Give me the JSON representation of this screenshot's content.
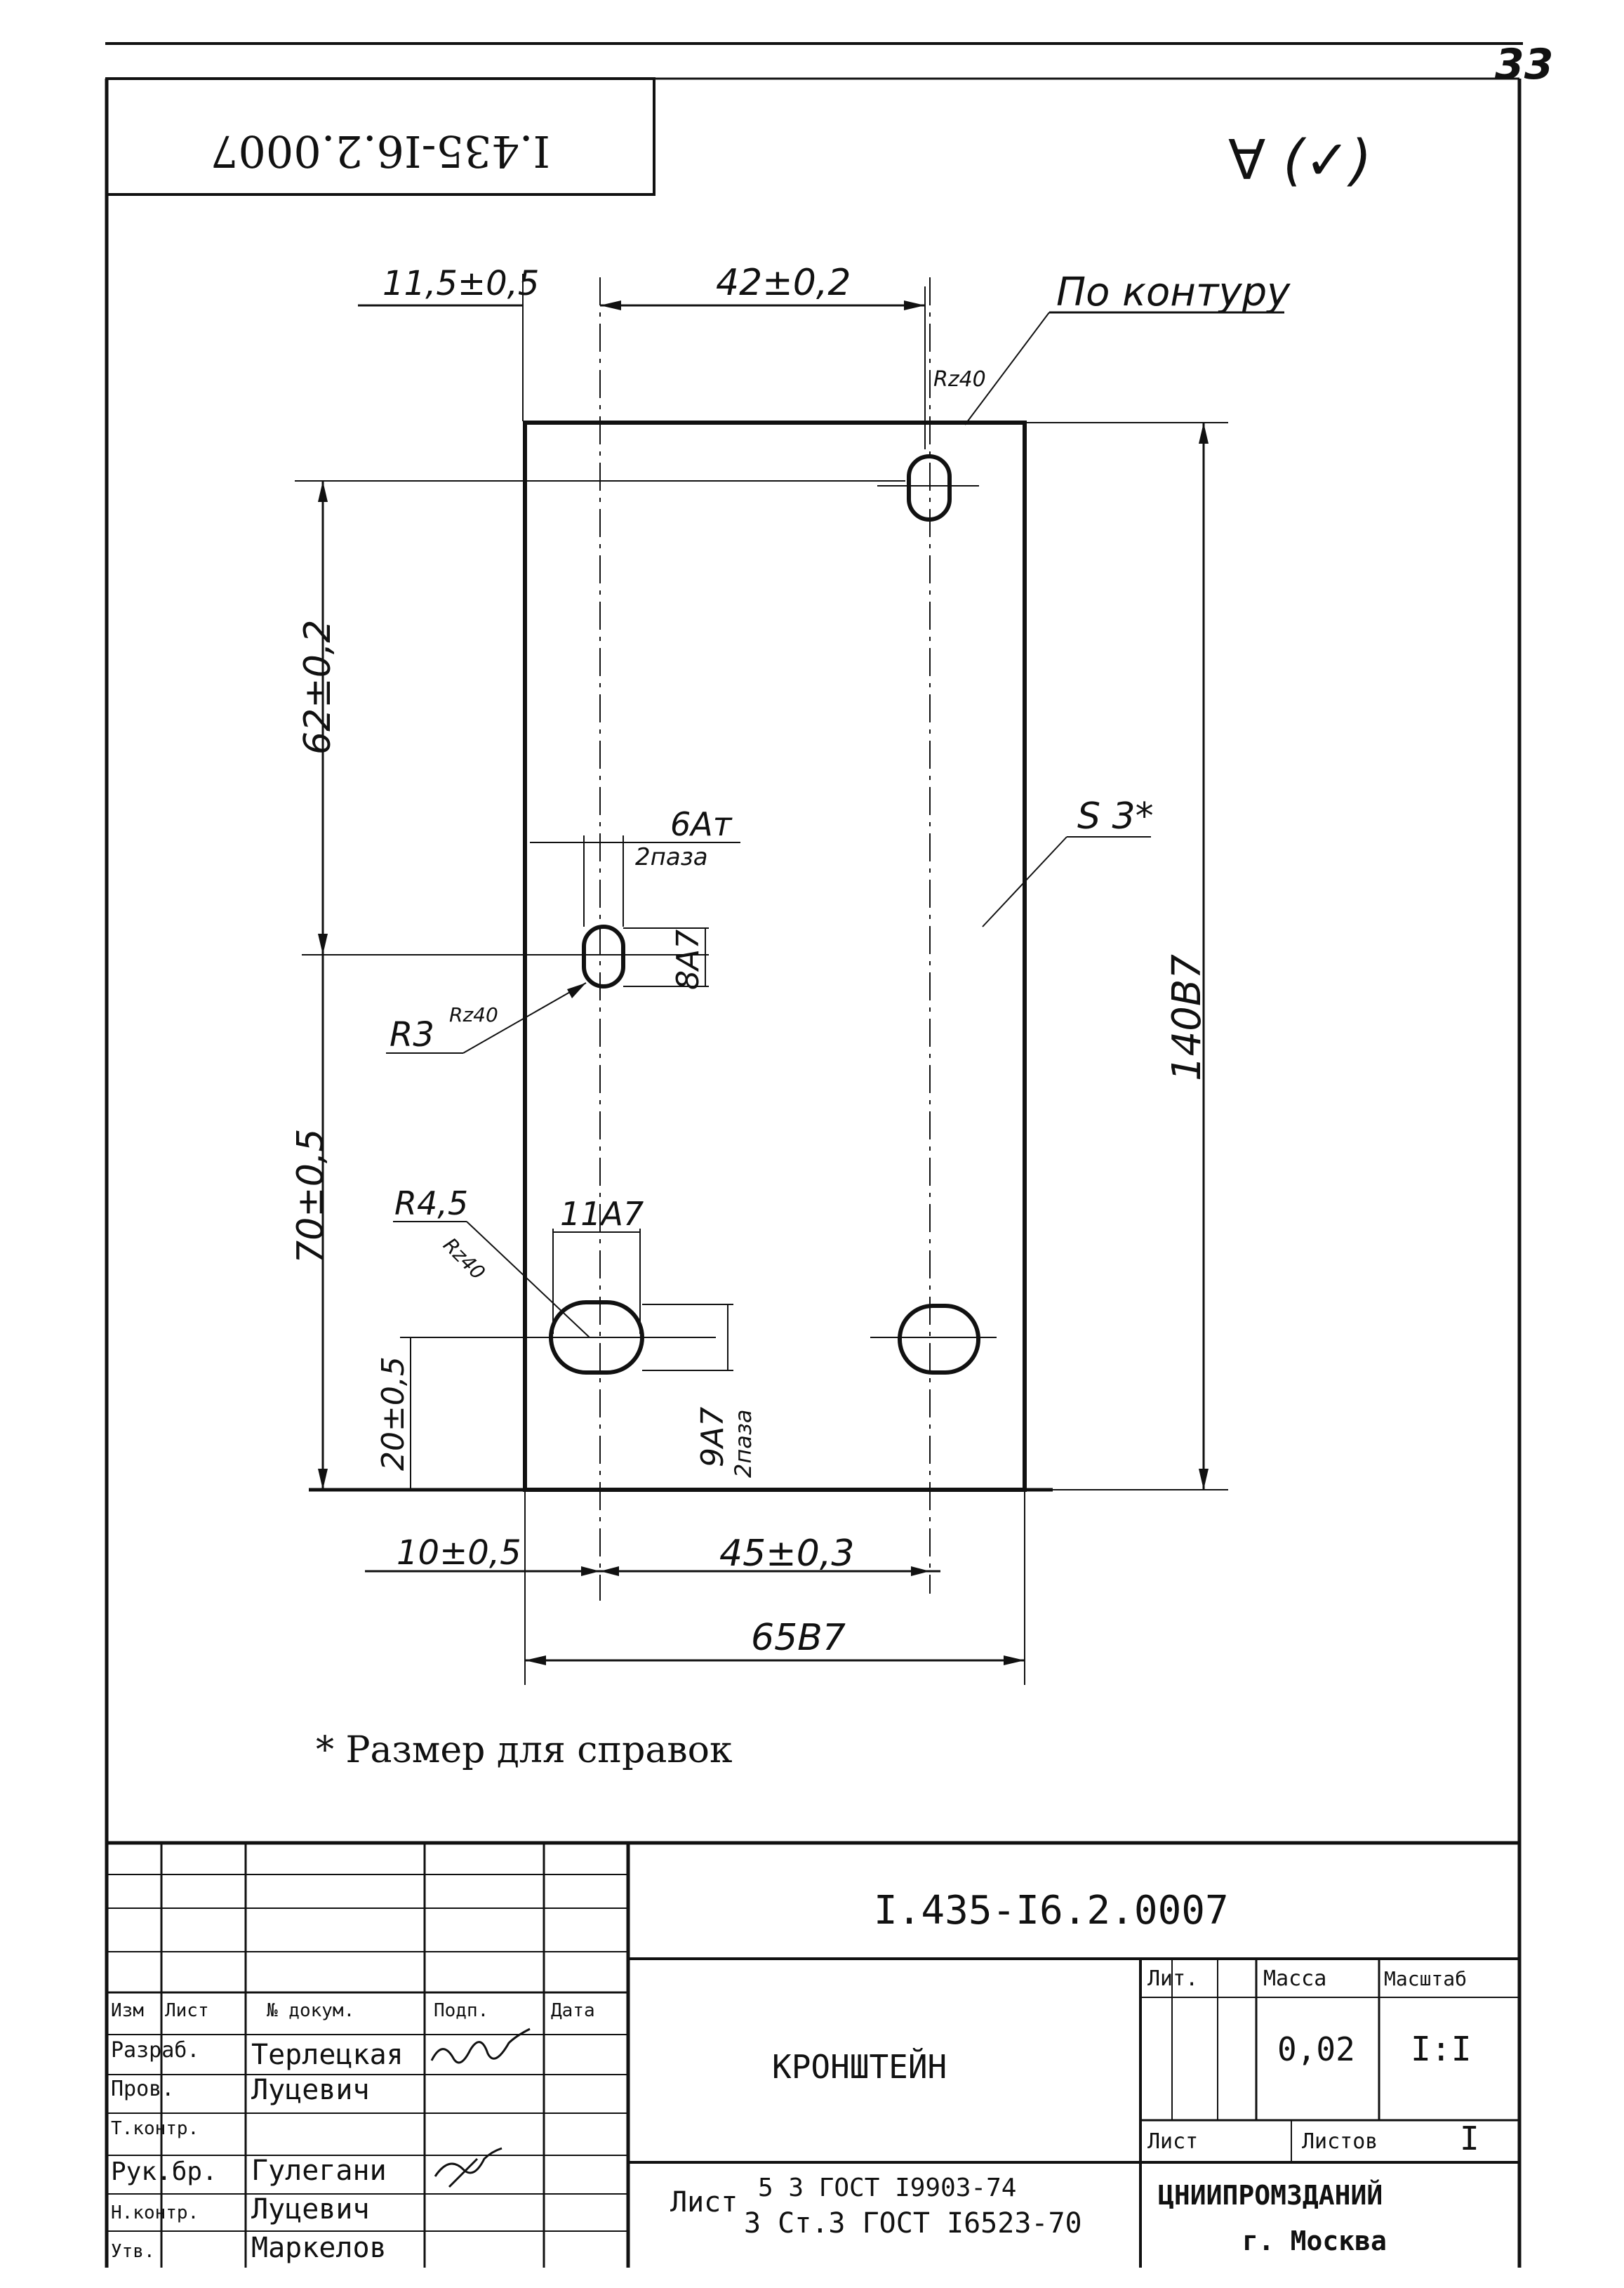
{
  "page_number": "33",
  "code_stamp": "I.435-I6.2.0007",
  "roughness_mark": "∀ (✓)",
  "dimensions": {
    "d_11_5": "11,5±0,5",
    "d_42": "42±0,2",
    "contour_note": "По контуру",
    "rz40_top": "Rz40",
    "d_62": "62±0,2",
    "d_6A": "6Aт",
    "d_6A_sub": "2паза",
    "d_S3": "S 3*",
    "d_8A": "8A7",
    "d_R3": "R3",
    "rz40_r3": "Rz40",
    "d_140": "140B7",
    "d_70": "70±0,5",
    "d_R45": "R4,5",
    "rz40_r45": "Rz40",
    "d_11A": "11A7",
    "d_9A": "9A7",
    "d_9A_sub": "2паза",
    "d_20": "20±0,5",
    "d_10": "10±0,5",
    "d_45": "45±0,3",
    "d_65": "65B7"
  },
  "reference_note": "* Размер для справок",
  "title_block": {
    "doc_code": "I.435-I6.2.0007",
    "headers": {
      "izm": "Изм",
      "list": "Лист",
      "doc_no": "№ докум.",
      "sign": "Подп.",
      "date": "Дата"
    },
    "roles": [
      {
        "role": "Разраб.",
        "name": "Терлецкая"
      },
      {
        "role": "Пров.",
        "name": "Луцевич"
      },
      {
        "role": "Т.контр.",
        "name": ""
      },
      {
        "role": "Рук.бр.",
        "name": "Гулегани"
      },
      {
        "role": "Н.контр.",
        "name": "Луцевич"
      },
      {
        "role": "Утв.",
        "name": "Маркелов"
      }
    ],
    "part_name": "КРОНШТЕЙН",
    "lit_label": "Лит.",
    "mass_label": "Масса",
    "scale_label": "Масштаб",
    "mass": "0,02",
    "scale": "I:I",
    "sheet_label": "Лист",
    "sheets_label": "Листов",
    "sheets_count": "I",
    "material_prefix": "Лист",
    "material_line1": "5 3 ГОСТ I9903-74",
    "material_line2": "3 Ст.3 ГОСТ I6523-70",
    "org_name": "ЦНИИПРОМЗДАНИЙ",
    "city": "г. Москва"
  }
}
